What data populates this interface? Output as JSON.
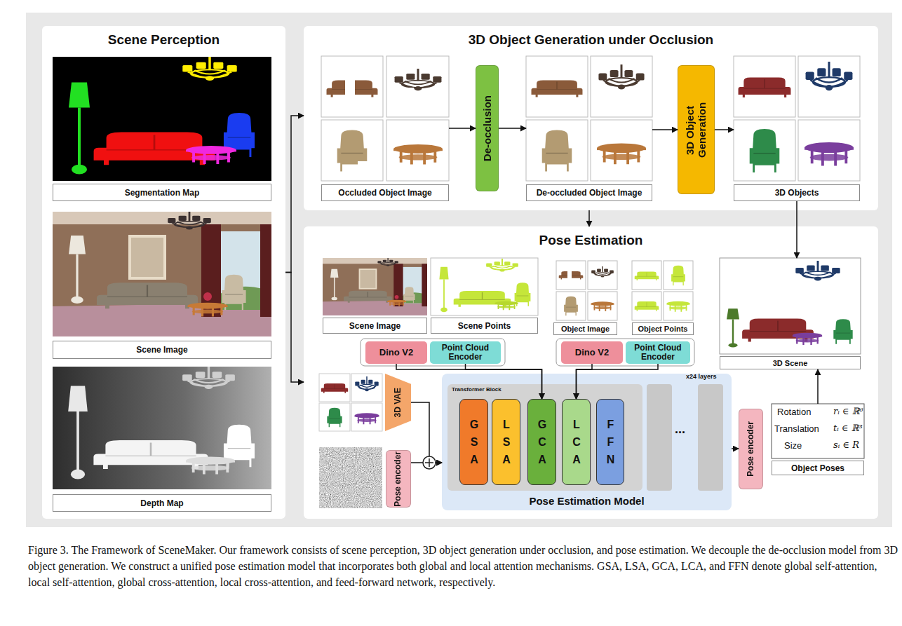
{
  "diagram": {
    "caption": "Figure 3. The Framework of SceneMaker. Our framework consists of scene perception, 3D object generation under occlusion, and pose estimation. We decouple the de-occlusion model from 3D object generation. We construct a unified pose estimation model that incorporates both global and local attention mechanisms. GSA, LSA, GCA, LCA, and FFN denote global self-attention, local self-attention, global cross-attention, local cross-attention, and feed-forward network, respectively.",
    "nodes": [
      {
        "text": [
          "Scene Perception"
        ]
      },
      {
        "text": [
          "Segmentation Map"
        ],
        "in": 0
      },
      {
        "text": [
          "Scene Image"
        ],
        "in": 0
      },
      {
        "text": [
          "Depth Map"
        ],
        "in": 0
      },
      {
        "text": [
          "3D Object Generation under Occlusion"
        ]
      },
      {
        "text": [
          "Occluded Object Image"
        ],
        "in": 4
      },
      {
        "text": [
          "De-occlusion"
        ],
        "in": 4
      },
      {
        "text": [
          "De-occluded Object Image"
        ],
        "in": 4
      },
      {
        "text": [
          "3D Object Generation"
        ],
        "in": 4
      },
      {
        "text": [
          "3D Objects"
        ],
        "in": 4
      },
      {
        "text": [
          "Pose Estimation"
        ]
      },
      {
        "text": [
          "Scene Image"
        ],
        "in": 10
      },
      {
        "text": [
          "Scene Points"
        ],
        "in": 10
      },
      {
        "text": [
          "Object Image"
        ],
        "in": 10
      },
      {
        "text": [
          "Object Points"
        ],
        "in": 10
      },
      {
        "text": [
          "Dino V2"
        ],
        "in": 10
      },
      {
        "text": [
          "Point Cloud Encoder"
        ],
        "in": 10
      },
      {
        "text": [
          "Dino V2"
        ],
        "in": 10
      },
      {
        "text": [
          "Point Cloud Encoder"
        ],
        "in": 10
      },
      {
        "text": [
          "3D VAE"
        ],
        "in": 10
      },
      {
        "text": [
          "Pose encoder"
        ],
        "in": 10
      },
      {
        "text": [
          "Pose Estimation Model"
        ],
        "in": 10
      },
      {
        "text": [
          "Transformer Block"
        ],
        "in": 21
      },
      {
        "text": [
          "GSA"
        ],
        "in": 22
      },
      {
        "text": [
          "LSA"
        ],
        "in": 22
      },
      {
        "text": [
          "GCA"
        ],
        "in": 22
      },
      {
        "text": [
          "LCA"
        ],
        "in": 22
      },
      {
        "text": [
          "FFN"
        ],
        "in": 22
      },
      {
        "text": [
          "Pose encoder"
        ],
        "in": 10
      },
      {
        "text": [
          "3D Scene"
        ],
        "in": 10
      },
      {
        "text": [
          "Object Poses"
        ],
        "in": 10
      }
    ],
    "edges": [
      {
        "from": 0,
        "to": 4,
        "arrow": "to"
      },
      {
        "from": 0,
        "to": 10,
        "arrow": "to"
      },
      {
        "from": 5,
        "to": 6,
        "arrow": "to"
      },
      {
        "from": 6,
        "to": 7,
        "arrow": "to"
      },
      {
        "from": 7,
        "to": 8,
        "arrow": "to"
      },
      {
        "from": 8,
        "to": 9,
        "arrow": "to"
      },
      {
        "from": 4,
        "to": 10,
        "arrow": "to"
      },
      {
        "from": 9,
        "to": 29,
        "arrow": "to"
      },
      {
        "from": 15,
        "to": 25,
        "arrow": "to"
      },
      {
        "from": 16,
        "to": 25,
        "arrow": "to"
      },
      {
        "from": 17,
        "to": 26,
        "arrow": "to"
      },
      {
        "from": 18,
        "to": 26,
        "arrow": "to"
      },
      {
        "from": 19,
        "to": 21,
        "arrow": "to"
      },
      {
        "from": 20,
        "to": 21,
        "arrow": "to"
      },
      {
        "from": 21,
        "to": 28,
        "arrow": "to"
      },
      {
        "from": 30,
        "to": 29,
        "arrow": "to"
      }
    ],
    "labels": [
      "x24 layers",
      "...",
      "Rotation",
      "rᵢ ∈ ℝ⁶",
      "Translation",
      "tᵢ ∈ ℝ³",
      "Size",
      "sᵢ ∈ R"
    ]
  }
}
